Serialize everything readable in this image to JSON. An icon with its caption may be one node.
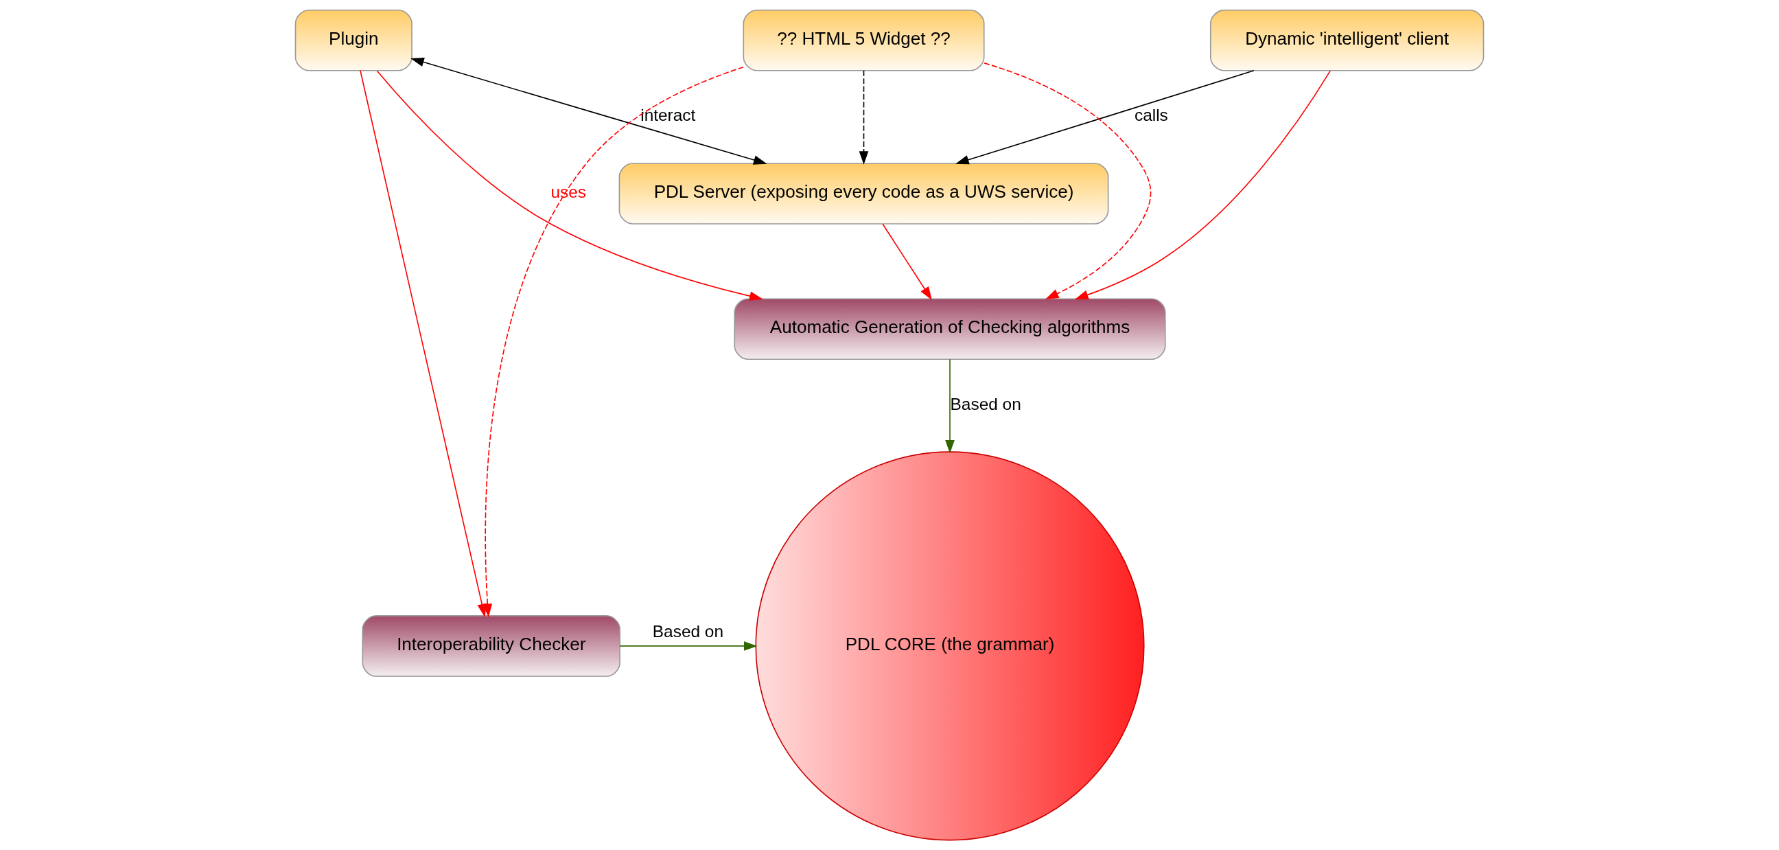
{
  "diagram": {
    "nodes": [
      {
        "text": [
          "Dynamic 'intelligent' client"
        ]
      },
      {
        "text": [
          "Plugin"
        ]
      },
      {
        "text": [
          "PDL Server (exposing every code as a UWS service)"
        ]
      },
      {
        "text": [
          "Automatic Generation of Checking algorithms"
        ]
      },
      {
        "text": [
          "PDL CORE (the grammar)"
        ]
      },
      {
        "text": [
          "Interoperability Checker"
        ]
      },
      {
        "text": [
          "?? HTML 5 Widget ??"
        ]
      }
    ],
    "edges": [
      {
        "from": 0,
        "to": 2,
        "arrow": "to",
        "label": "calls",
        "color": "#000000"
      },
      {
        "from": 2,
        "to": 1,
        "arrow": "both",
        "label": "interact",
        "color": "#000000"
      },
      {
        "from": 2,
        "to": 3,
        "arrow": "to"
      },
      {
        "from": 0,
        "to": 3,
        "arrow": "to"
      },
      {
        "from": 1,
        "to": 3,
        "arrow": "to",
        "label": "uses"
      },
      {
        "from": 1,
        "to": 5,
        "arrow": "to"
      },
      {
        "from": 3,
        "to": 4,
        "arrow": "to",
        "label": "Based on",
        "color": "#336600"
      },
      {
        "from": 5,
        "to": 4,
        "arrow": "to",
        "label": "Based on",
        "color": "#336600"
      },
      {
        "from": 6,
        "to": 3,
        "arrow": "to",
        "style": "dashed"
      },
      {
        "from": 6,
        "to": 2,
        "arrow": "to",
        "style": "dashed",
        "color": "#000000"
      },
      {
        "from": 6,
        "to": 5,
        "arrow": "to",
        "style": "dashed"
      }
    ]
  }
}
